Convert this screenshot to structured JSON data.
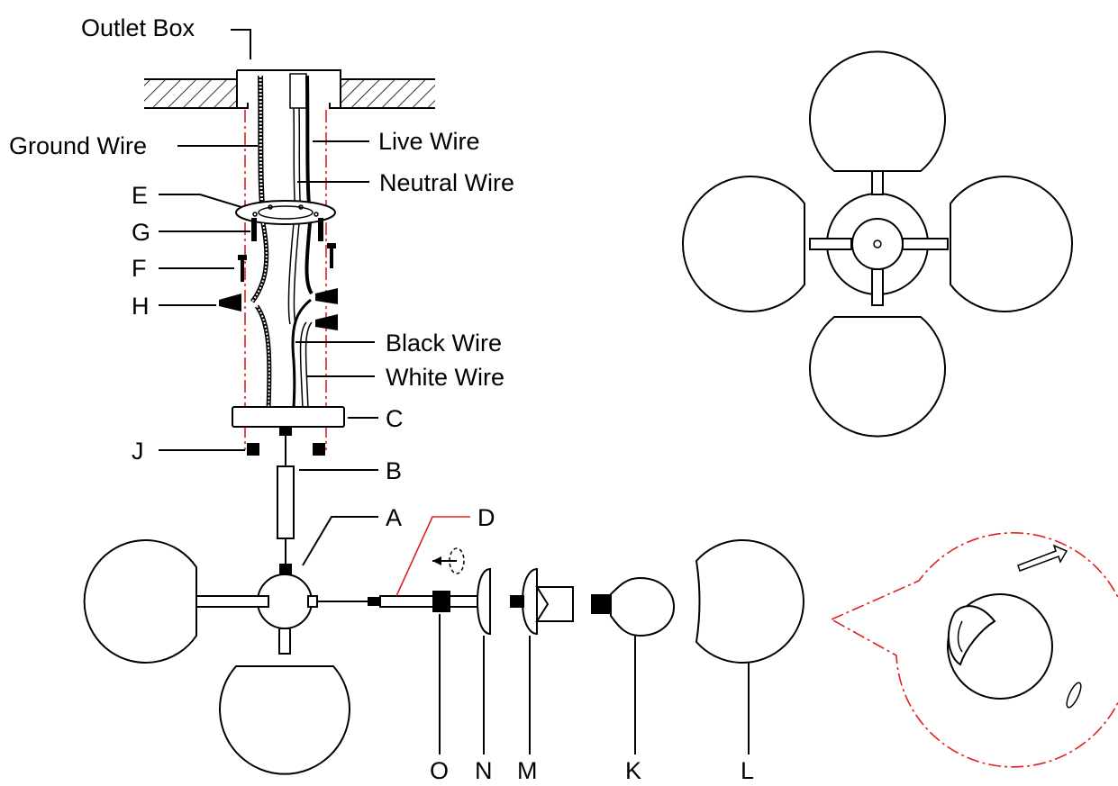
{
  "labels": {
    "outlet_box": "Outlet Box",
    "ground_wire": "Ground Wire",
    "live_wire": "Live Wire",
    "neutral_wire": "Neutral Wire",
    "black_wire": "Black Wire",
    "white_wire": "White Wire",
    "e": "E",
    "g": "G",
    "f": "F",
    "h": "H",
    "c": "C",
    "j": "J",
    "b": "B",
    "a": "A",
    "d": "D",
    "o": "O",
    "n": "N",
    "m": "M",
    "k": "K",
    "l": "L"
  },
  "colors": {
    "line": "#000000",
    "dash_accent": "#e02020",
    "background": "#ffffff"
  }
}
